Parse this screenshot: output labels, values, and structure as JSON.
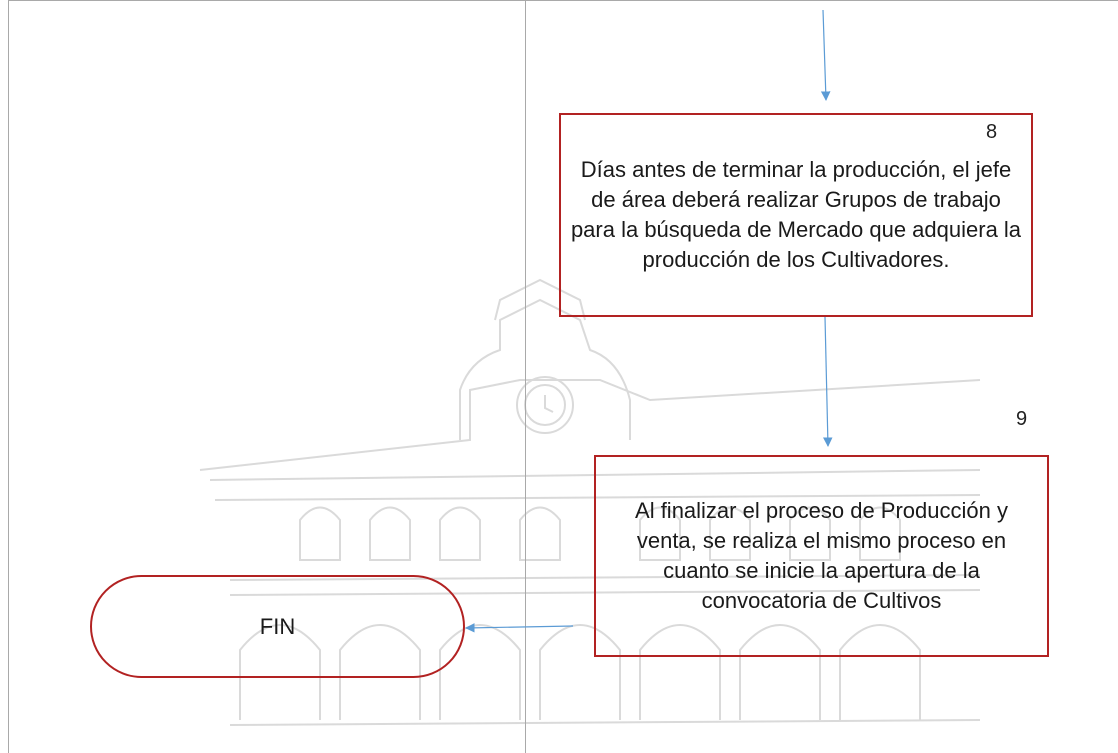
{
  "diagram": {
    "steps": [
      {
        "number": "8",
        "text": "Días antes de terminar la producción, el jefe de área deberá realizar Grupos de trabajo  para la búsqueda de Mercado que adquiera la producción de los Cultivadores."
      },
      {
        "number": "9",
        "text": "Al finalizar el proceso de Producción y venta, se realiza el mismo proceso en cuanto se inicie la apertura de la convocatoria de Cultivos"
      }
    ],
    "end_label": "FIN"
  },
  "colors": {
    "box_border": "#b22222",
    "arrow": "#5b9bd5",
    "frame": "#a9a9a9",
    "sketch": "#d8d8d8"
  }
}
